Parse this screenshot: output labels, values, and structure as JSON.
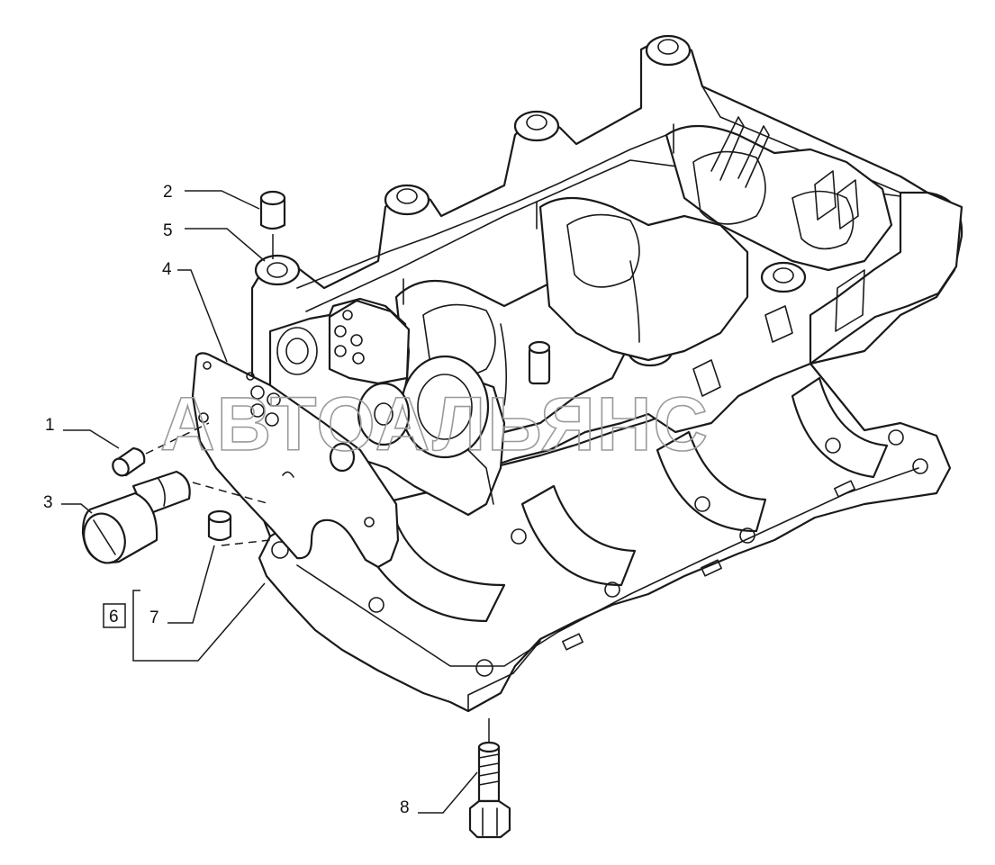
{
  "callouts": {
    "c1": "1",
    "c2": "2",
    "c3": "3",
    "c4": "4",
    "c5": "5",
    "c6": "6",
    "c7": "7",
    "c8": "8"
  },
  "watermark": "АВТОАЛЬЯНС",
  "colors": {
    "line": "#1a1a1a",
    "watermark": "#9a9a9a",
    "background": "#ffffff"
  }
}
